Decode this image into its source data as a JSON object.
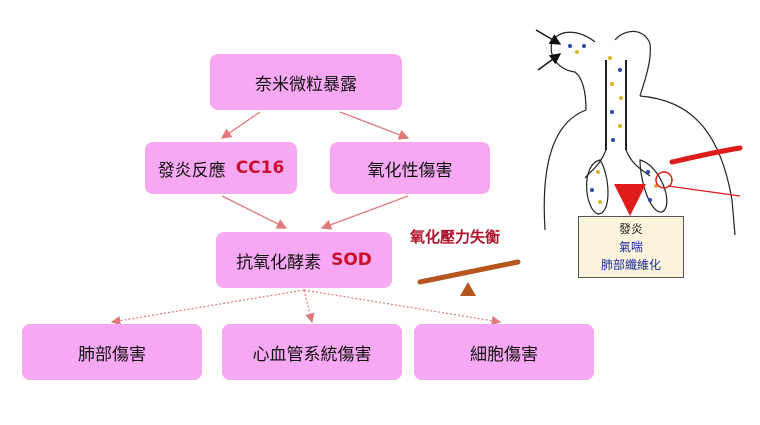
{
  "nodes": {
    "exposure": "奈米微粒暴露",
    "inflammation": "發炎反應",
    "cc16": "CC16",
    "oxidative": "氧化性傷害",
    "antioxidant": "抗氧化酵素",
    "sod": "SOD",
    "lung": "肺部傷害",
    "cardio": "心血管系統傷害",
    "cell": "細胞傷害"
  },
  "imbalance_label": "氧化壓力失衡",
  "lung_illustration": {
    "line1": "發炎",
    "line2": "氣喘",
    "line3": "肺部纖維化"
  },
  "colors": {
    "box_fill": "#f7a8f2",
    "marker_red": "#c8102e",
    "arrow": "#e07a7a",
    "seesaw": "#b5561f"
  }
}
